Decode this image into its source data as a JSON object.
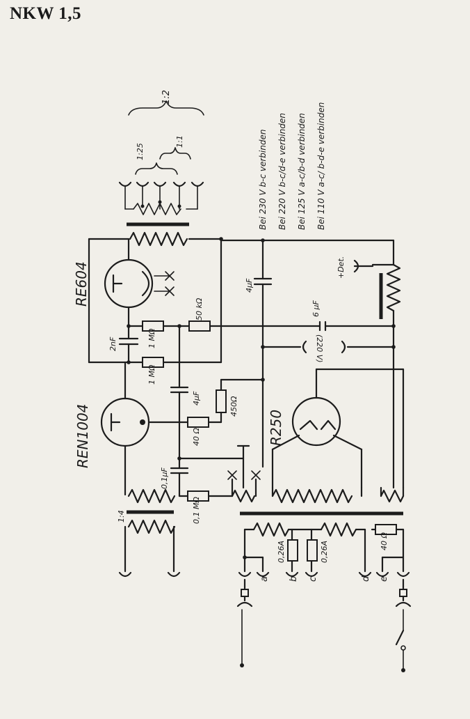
{
  "title": "NKW 1,5",
  "tubes": {
    "output": "RE604",
    "input": "REN1004",
    "rectifier": "R250"
  },
  "ratios": {
    "r12": "1:2",
    "r125": "1:25",
    "r11": "1:1",
    "r14": "1:4"
  },
  "components": {
    "c4uf_top": "4µF",
    "c2nf": "2nF",
    "r1m_a": "1 MΩ",
    "r50k": "50 kΩ",
    "c6uf": "6 µF",
    "r1m_b": "1 MΩ",
    "c4uf_mid": "4µF",
    "r450": "450Ω",
    "r40_mid": "40 Ω",
    "c01uf": "0,1µF",
    "r01m": "0,1 MΩ",
    "fuse1": "0,26A",
    "fuse2": "0,26A",
    "r40_bot": "40 Ω"
  },
  "labels": {
    "det": "+Det.",
    "v220": "(220 V)"
  },
  "terminals": {
    "a": "a",
    "b": "b",
    "c": "c",
    "d": "d",
    "e": "e"
  },
  "voltage_notes": [
    "Bei 230 V b-c        verbinden",
    "Bei 220 V b-c/d-e verbinden",
    "Bei 125 V a-c/b-d verbinden",
    "Bei 110 V a-c/ b-d-e verbinden"
  ]
}
